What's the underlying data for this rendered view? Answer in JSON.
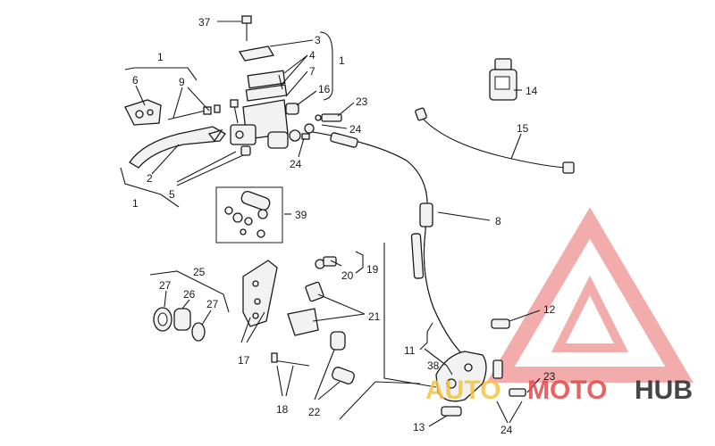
{
  "callouts": [
    "37",
    "3",
    "4",
    "7",
    "1",
    "16",
    "23",
    "24",
    "24",
    "14",
    "15",
    "1",
    "6",
    "9",
    "2",
    "5",
    "1",
    "39",
    "8",
    "25",
    "27",
    "26",
    "27",
    "19",
    "20",
    "21",
    "17",
    "18",
    "22",
    "12",
    "11",
    "38",
    "23",
    "24",
    "13"
  ],
  "watermark": {
    "part1": "AUTO",
    "part2": "MOTO",
    "part3": "HUB",
    "colors": {
      "auto": "#f4c542",
      "moto": "#e54848",
      "hub": "#333333",
      "triangle": "#e54848"
    }
  }
}
